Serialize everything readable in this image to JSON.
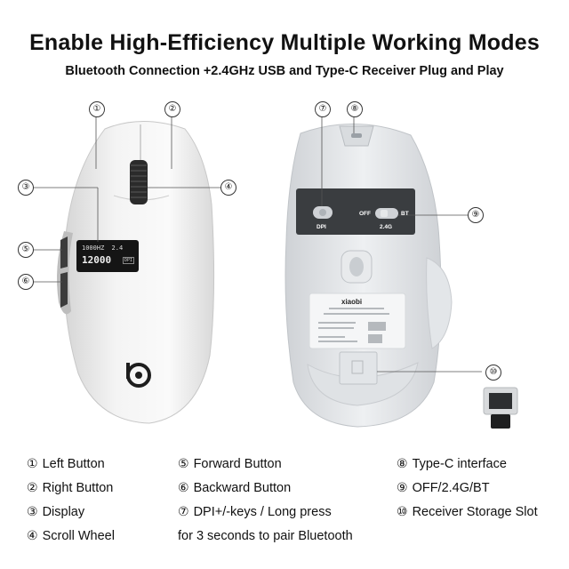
{
  "header": {
    "title": "Enable High-Efficiency Multiple Working Modes",
    "subtitle": "Bluetooth Connection +2.4GHz USB and Type-C Receiver Plug and Play"
  },
  "mouse_display": {
    "line1_a": "1000HZ",
    "line1_b": "2.4",
    "line2": "12000",
    "badge": "DPI"
  },
  "bottom_panel": {
    "dpi_label": "DPI",
    "off_label": "OFF",
    "bt_label": "BT",
    "ghz_label": "2.4G",
    "brand": "xiaobi"
  },
  "callouts": [
    "①",
    "②",
    "③",
    "④",
    "⑤",
    "⑥",
    "⑦",
    "⑧",
    "⑨",
    "⑩"
  ],
  "legend": [
    {
      "num": "①",
      "text": "Left Button"
    },
    {
      "num": "②",
      "text": "Right Button"
    },
    {
      "num": "③",
      "text": "Display"
    },
    {
      "num": "④",
      "text": "Scroll Wheel"
    },
    {
      "num": "⑤",
      "text": "Forward Button"
    },
    {
      "num": "⑥",
      "text": "Backward Button"
    },
    {
      "num": "⑦",
      "text": "DPI+/-keys / Long press"
    },
    {
      "num": "",
      "text": "for 3 seconds to pair Bluetooth"
    },
    {
      "num": "⑧",
      "text": "Type-C interface"
    },
    {
      "num": "⑨",
      "text": "OFF/2.4G/BT"
    },
    {
      "num": "⑩",
      "text": "Receiver Storage Slot"
    }
  ]
}
